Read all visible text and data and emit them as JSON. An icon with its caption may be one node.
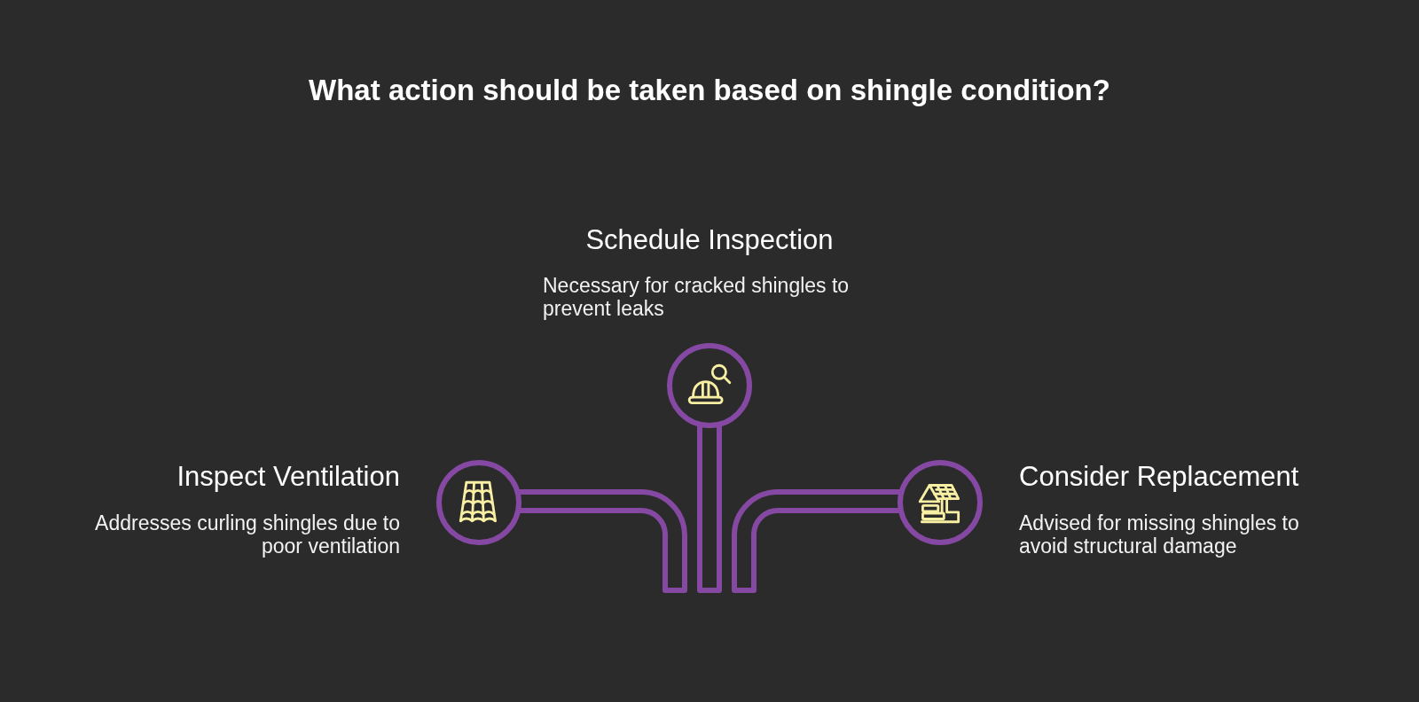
{
  "diagram": {
    "title": "What action should be taken based on shingle condition?",
    "nodes": [
      {
        "text": [
          "Schedule Inspection",
          "Necessary for cracked shingles to prevent leaks"
        ]
      },
      {
        "text": [
          "Inspect Ventilation",
          "Addresses curling shingles due to poor ventilation"
        ]
      },
      {
        "text": [
          "Consider Replacement",
          "Advised for missing shingles to avoid structural damage"
        ]
      }
    ],
    "edges": [
      {
        "from": 1,
        "to": null,
        "arrow": "none"
      },
      {
        "from": 0,
        "to": null,
        "arrow": "none"
      },
      {
        "from": 2,
        "to": null,
        "arrow": "none"
      }
    ]
  }
}
